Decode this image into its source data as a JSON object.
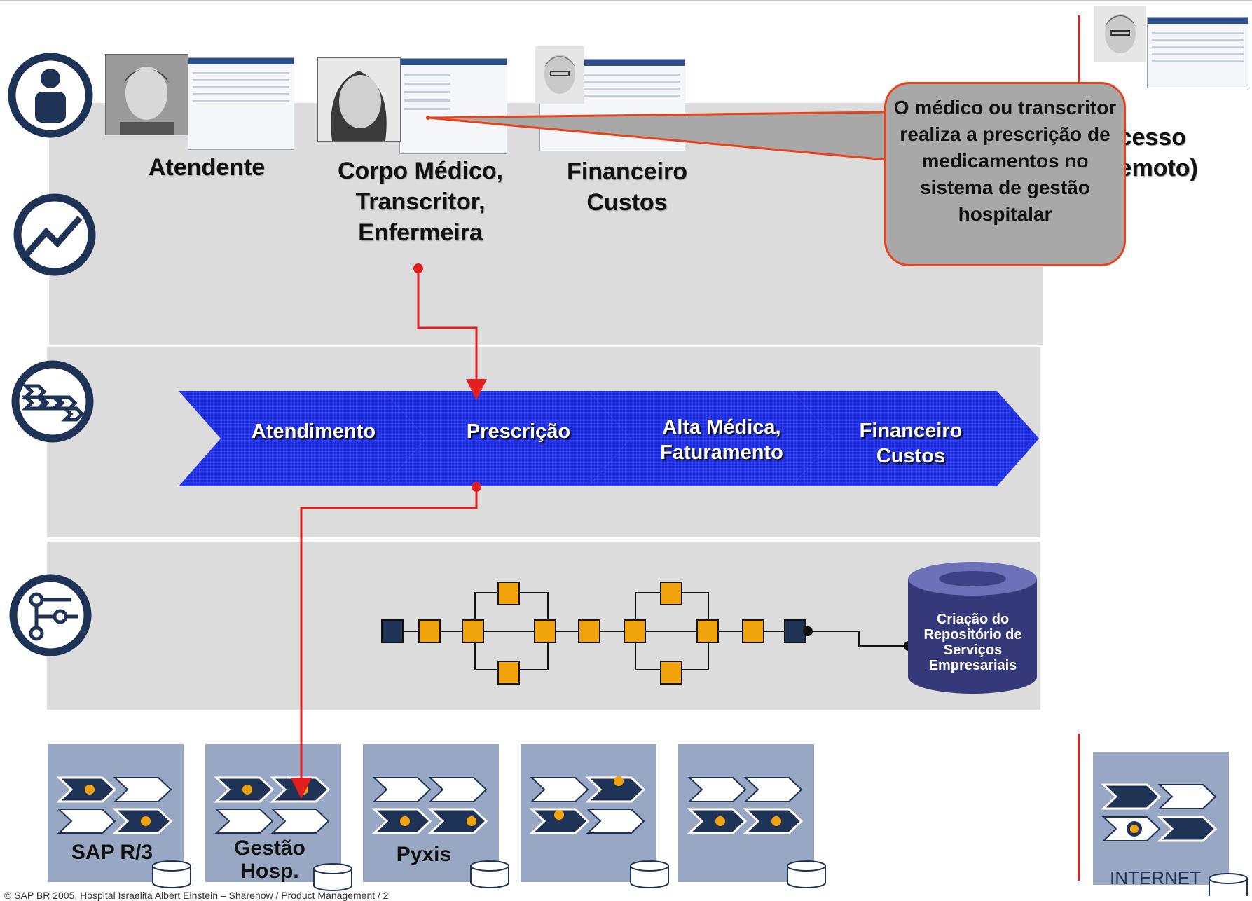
{
  "roles": {
    "atendente": "Atendente",
    "corpo_medico": [
      "Corpo Médico,",
      "Transcritor,",
      "Enfermeira"
    ],
    "financeiro": [
      "Financeiro",
      "Custos"
    ],
    "acesso": [
      "Acesso",
      "Remoto)"
    ]
  },
  "callout": "O médico ou transcritor realiza a prescrição de medicamentos no sistema de gestão hospitalar",
  "process_steps": [
    {
      "label": "Atendimento"
    },
    {
      "label": "Prescrição"
    },
    {
      "label": "Alta Médica, Faturamento"
    },
    {
      "label": "Financeiro Custos"
    }
  ],
  "repository": "Criação do Repositório de Serviços Empresariais",
  "systems": [
    {
      "label": "SAP R/3"
    },
    {
      "label": "Gestão Hosp."
    },
    {
      "label": "Pyxis"
    },
    {
      "label": ""
    },
    {
      "label": ""
    }
  ],
  "internet": "INTERNET",
  "footer": "© SAP BR 2005, Hospital Israelita Albert Einstein – Sharenow / Product Management / 2",
  "colors": {
    "band": "#dcdcdc",
    "chevron": "#1f2ee0",
    "navy": "#1e3356",
    "orange": "#f0a30a",
    "red": "#e31e1e",
    "callout_border": "#e7441d",
    "system_box": "#98a7c3"
  },
  "icons": [
    "user-icon",
    "trend-chart-icon",
    "process-chain-icon",
    "workflow-icon",
    "database-icon"
  ]
}
